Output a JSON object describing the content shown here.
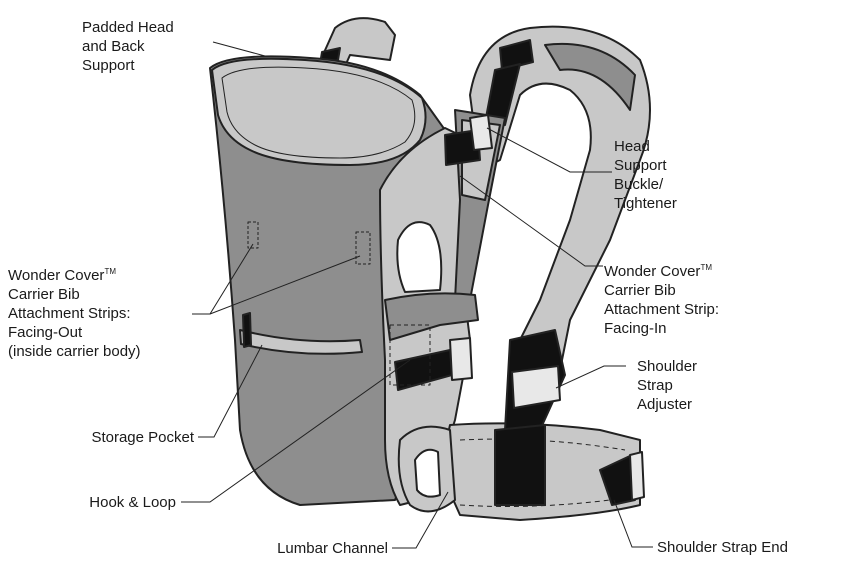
{
  "diagram": {
    "labels": {
      "padded_head": [
        "Padded Head",
        "and Back",
        "Support"
      ],
      "head_buckle": [
        "Head",
        "Support",
        "Buckle/",
        "Tightener"
      ],
      "bib_out": [
        "Wonder Cover",
        "Carrier Bib",
        "Attachment Strips:",
        "Facing-Out",
        "(inside carrier body)"
      ],
      "bib_in": [
        "Wonder Cover",
        "Carrier Bib",
        "Attachment Strip:",
        "Facing-In"
      ],
      "tm": "TM",
      "shoulder_adjuster": [
        "Shoulder",
        "Strap",
        "Adjuster"
      ],
      "storage_pocket": "Storage Pocket",
      "hook_loop": "Hook & Loop",
      "lumbar_channel": "Lumbar Channel",
      "shoulder_end": "Shoulder Strap End"
    },
    "colors": {
      "dark_fabric": "#8e8e8e",
      "light_fabric": "#c8c8c8",
      "black_parts": "#111111",
      "outline": "#222222"
    }
  }
}
